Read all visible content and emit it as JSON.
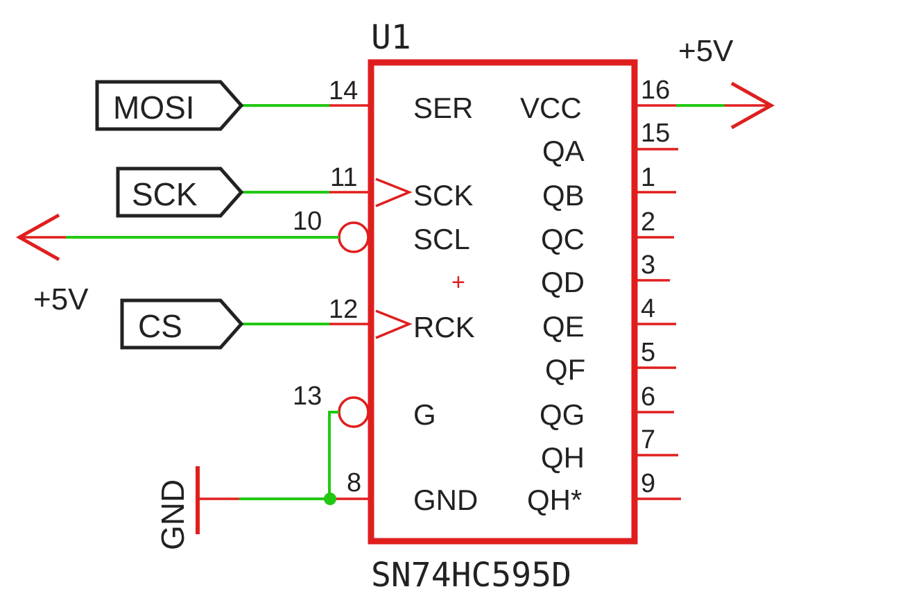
{
  "component": {
    "designator": "U1",
    "part_number": "SN74HC595D"
  },
  "left_pins": [
    {
      "number": "14",
      "name": "SER"
    },
    {
      "number": "11",
      "name": "SCK"
    },
    {
      "number": "10",
      "name": "SCL"
    },
    {
      "number": "12",
      "name": "RCK"
    },
    {
      "number": "13",
      "name": "G"
    },
    {
      "number": "8",
      "name": "GND"
    }
  ],
  "right_pins": [
    {
      "number": "16",
      "name": "VCC"
    },
    {
      "number": "15",
      "name": "QA"
    },
    {
      "number": "1",
      "name": "QB"
    },
    {
      "number": "2",
      "name": "QC"
    },
    {
      "number": "3",
      "name": "QD"
    },
    {
      "number": "4",
      "name": "QE"
    },
    {
      "number": "5",
      "name": "QF"
    },
    {
      "number": "6",
      "name": "QG"
    },
    {
      "number": "7",
      "name": "QH"
    },
    {
      "number": "9",
      "name": "QH*"
    }
  ],
  "ports": {
    "mosi": "MOSI",
    "sck": "SCK",
    "cs": "CS"
  },
  "supplies": {
    "vcc_right": "+5V",
    "vcc_left": "+5V",
    "ground": "GND"
  },
  "origin_marker": "+",
  "colors": {
    "component": "#e01e1e",
    "wire": "#22c814",
    "text": "#222222"
  }
}
